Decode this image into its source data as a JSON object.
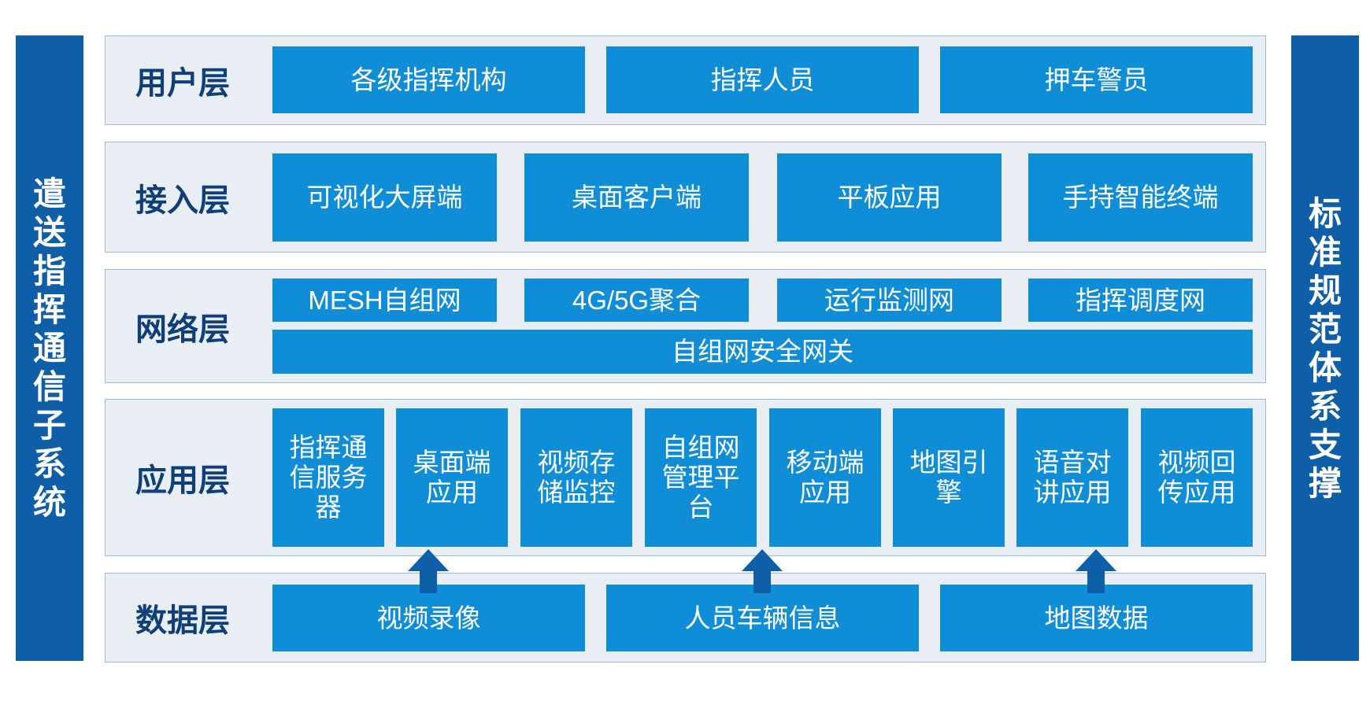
{
  "left_sidebar": "遣送指挥通信子系统",
  "right_sidebar": "标准规范体系支撑",
  "layers": [
    {
      "label": "用户层",
      "items": [
        "各级指挥机构",
        "指挥人员",
        "押车警员"
      ]
    },
    {
      "label": "接入层",
      "items": [
        "可视化大屏端",
        "桌面客户端",
        "平板应用",
        "手持智能终端"
      ]
    },
    {
      "label": "网络层",
      "items": [
        "MESH自组网",
        "4G/5G聚合",
        "运行监测网",
        "指挥调度网"
      ],
      "bottom_item": "自组网安全网关"
    },
    {
      "label": "应用层",
      "items": [
        "指挥通信服务器",
        "桌面端应用",
        "视频存储监控",
        "自组网管理平台",
        "移动端应用",
        "地图引擎",
        "语音对讲应用",
        "视频回传应用"
      ]
    },
    {
      "label": "数据层",
      "items": [
        "视频录像",
        "人员车辆信息",
        "地图数据"
      ]
    }
  ],
  "colors": {
    "sidebar": "#0f5fa8",
    "box": "#0f8dd6",
    "layer_bg": "#e8eef4",
    "label": "#0e3f78",
    "arrow": "#0f5fa8"
  }
}
